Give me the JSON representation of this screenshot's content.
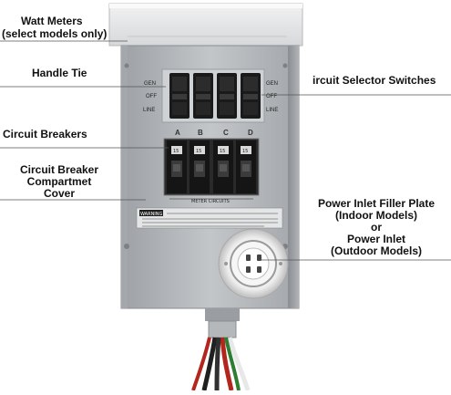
{
  "callouts": {
    "watt_meters": [
      "Watt Meters",
      "(select models only)"
    ],
    "handle_tie": "Handle Tie",
    "selector_switches": "ircuit Selector Switches",
    "circuit_breakers": "Circuit Breakers",
    "breaker_cover": [
      "Circuit Breaker",
      "Compartmet",
      "Cover"
    ],
    "power_inlet": [
      "Power Inlet Filler Plate",
      "(Indoor Models)",
      "or",
      "Power Inlet",
      "(Outdoor Models)"
    ]
  },
  "panel": {
    "switch_position_labels": [
      "GEN",
      "OFF",
      "LINE"
    ],
    "circuit_letters": [
      "A",
      "B",
      "C",
      "D"
    ],
    "breaker_ratings": [
      "15",
      "15",
      "15",
      "15"
    ],
    "meter_circuits_label": "METER CIRCUITS",
    "warning_title": "WARNING",
    "colors": {
      "panel": "#b9bcbf",
      "switch_body": "#1a1a1a",
      "breaker_body": "#151515"
    }
  }
}
